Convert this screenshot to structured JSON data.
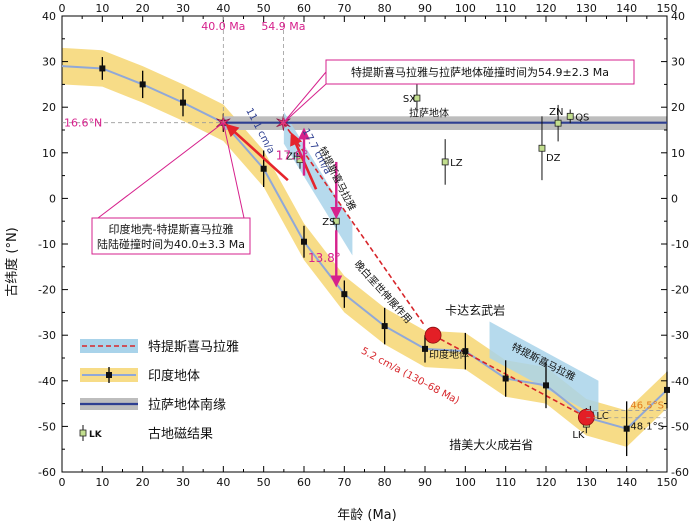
{
  "chart_data": {
    "type": "scatter",
    "xlabel": "年龄 (Ma)",
    "ylabel": "古纬度 (°N)",
    "xlim": [
      0,
      150
    ],
    "ylim": [
      -60,
      40
    ],
    "xticks": [
      0,
      10,
      20,
      30,
      40,
      50,
      60,
      70,
      80,
      90,
      100,
      110,
      120,
      130,
      140,
      150
    ],
    "yticks": [
      -60,
      -50,
      -40,
      -30,
      -20,
      -10,
      0,
      10,
      20,
      30,
      40
    ],
    "india_points": [
      {
        "x": 10,
        "y": 28.5,
        "err": 2.5
      },
      {
        "x": 20,
        "y": 25,
        "err": 3
      },
      {
        "x": 30,
        "y": 21,
        "err": 3
      },
      {
        "x": 40,
        "y": 16.6,
        "err": 2
      },
      {
        "x": 50,
        "y": 6.5,
        "err": 4
      },
      {
        "x": 60,
        "y": -9.5,
        "err": 3.5
      },
      {
        "x": 70,
        "y": -21,
        "err": 3
      },
      {
        "x": 80,
        "y": -28,
        "err": 4
      },
      {
        "x": 90,
        "y": -33,
        "err": 3
      },
      {
        "x": 100,
        "y": -33.5,
        "err": 4
      },
      {
        "x": 110,
        "y": -39.5,
        "err": 4
      },
      {
        "x": 120,
        "y": -41,
        "err": 5
      },
      {
        "x": 130,
        "y": -48,
        "err": 2
      },
      {
        "x": 140,
        "y": -50.5,
        "err": 6
      },
      {
        "x": 150,
        "y": -42,
        "err": 4
      }
    ],
    "india_band": [
      [
        0,
        29
      ],
      [
        10,
        28.5
      ],
      [
        20,
        25
      ],
      [
        30,
        21
      ],
      [
        40,
        16.6
      ],
      [
        50,
        6.5
      ],
      [
        60,
        -9.5
      ],
      [
        70,
        -21
      ],
      [
        80,
        -28
      ],
      [
        90,
        -33
      ],
      [
        100,
        -33.5
      ],
      [
        110,
        -39.5
      ],
      [
        120,
        -41
      ],
      [
        130,
        -48
      ],
      [
        140,
        -50.5
      ],
      [
        150,
        -42
      ]
    ],
    "india_band_halfwidth": 4,
    "lhasa_line": {
      "y": 16.6,
      "x_start": 40,
      "x_end": 150,
      "band": [
        15,
        18
      ]
    },
    "tethyan_band_upper": {
      "x0": 55,
      "y0": 15.5,
      "x1": 72,
      "y1": -9,
      "halfwidth": 3.5
    },
    "tethyan_band_lower": {
      "x0": 106,
      "y0": -31,
      "x1": 133,
      "y1": -44,
      "halfwidth": 4
    },
    "tethyan_dashed_upper": [
      [
        54.9,
        16.6
      ],
      [
        90,
        -28
      ]
    ],
    "tethyan_dashed_lower": [
      [
        92,
        -30
      ],
      [
        130,
        -48
      ]
    ],
    "paleomag_results": [
      {
        "label": "SX",
        "x": 88,
        "y": 22,
        "err": 3
      },
      {
        "label": "ZP",
        "x": 59,
        "y": 8.5,
        "err": 2
      },
      {
        "label": "ZS",
        "x": 68,
        "y": -5,
        "err": 3
      },
      {
        "label": "LZ",
        "x": 95,
        "y": 8,
        "err": 5
      },
      {
        "label": "ZN",
        "x": 123,
        "y": 16.5,
        "err": 4
      },
      {
        "label": "QS",
        "x": 126,
        "y": 18,
        "err": 1.5
      },
      {
        "label": "DZ",
        "x": 119,
        "y": 11,
        "err": 7
      },
      {
        "label": "LC",
        "x": 131,
        "y": -47.5,
        "err": 2
      },
      {
        "label": "LK",
        "x": 130,
        "y": -49.5,
        "err": 2
      }
    ],
    "big_dots": [
      {
        "name": "kerguelen_mid",
        "x": 92,
        "y": -30
      },
      {
        "name": "kerguelen_end",
        "x": 130,
        "y": -48
      }
    ],
    "collision_points": [
      {
        "x": 40,
        "y": 16.6
      },
      {
        "x": 54.9,
        "y": 16.6
      }
    ],
    "rate_arrows": [
      {
        "x0": 56,
        "y0": 4,
        "x1": 41,
        "y1": 16
      },
      {
        "x0": 63,
        "y0": 2,
        "x1": 57,
        "y1": 14
      }
    ],
    "latitude_arrows": [
      {
        "x": 60,
        "y0": 5,
        "y1": 15
      },
      {
        "x": 68,
        "y0": 8,
        "y1": -4
      },
      {
        "x": 68,
        "y0": -7,
        "y1": -19
      }
    ],
    "legend": [
      {
        "key": "tethyan",
        "label": "特提斯喜马拉雅"
      },
      {
        "key": "india",
        "label": "印度地体"
      },
      {
        "key": "lhasa",
        "label": "拉萨地体南缘"
      },
      {
        "key": "paleomag",
        "label": "古地磁结果",
        "sample": "LK"
      }
    ],
    "annotations": {
      "top_age_40": "40.0 Ma",
      "top_age_549": "54.9 Ma",
      "lat_166": "16.6°N",
      "box_collision_tethyan": "特提斯喜马拉雅与拉萨地体碰撞时间为54.9±2.3 Ma",
      "box_collision_india_line1": "印度地壳-特提斯喜马拉雅",
      "box_collision_india_line2": "陆陆碰撞时间为40.0±3.3 Ma",
      "lhasa_label": "拉萨地体",
      "rate_111": "11.1 cm/a",
      "rate_177": "17.7 cm/a",
      "lat_179": "17.9°",
      "lat_138": "13.8°",
      "tethyan_upper_label": "特提斯喜马拉雅",
      "late_cretaceous": "晚白垩世伸展作用",
      "india_label": "印度地体",
      "rate_52": "5.2 cm/a (130–68 Ma)",
      "kerguelen_rock": "卡达玄武岩",
      "tethyan_lower_label": "特提斯喜马拉雅",
      "lat_465": "46.5°S",
      "lat_481": "48.1°S",
      "kerguelen_lip": "措美大火成岩省"
    },
    "colors": {
      "india_band": "#f7dc87",
      "tethyan_band": "#a9d3ea",
      "lhasa_band": "#bdbdbd",
      "lhasa_line": "#2e3f91",
      "tethyan_dash": "#d7262b",
      "magenta": "#d6218c",
      "india_line": "#90a8d8",
      "point_green": "#c2de8e",
      "red_dot": "#e31f26",
      "rate_arrow": "#e5242b",
      "lat_arrow": "#d6218c"
    }
  }
}
